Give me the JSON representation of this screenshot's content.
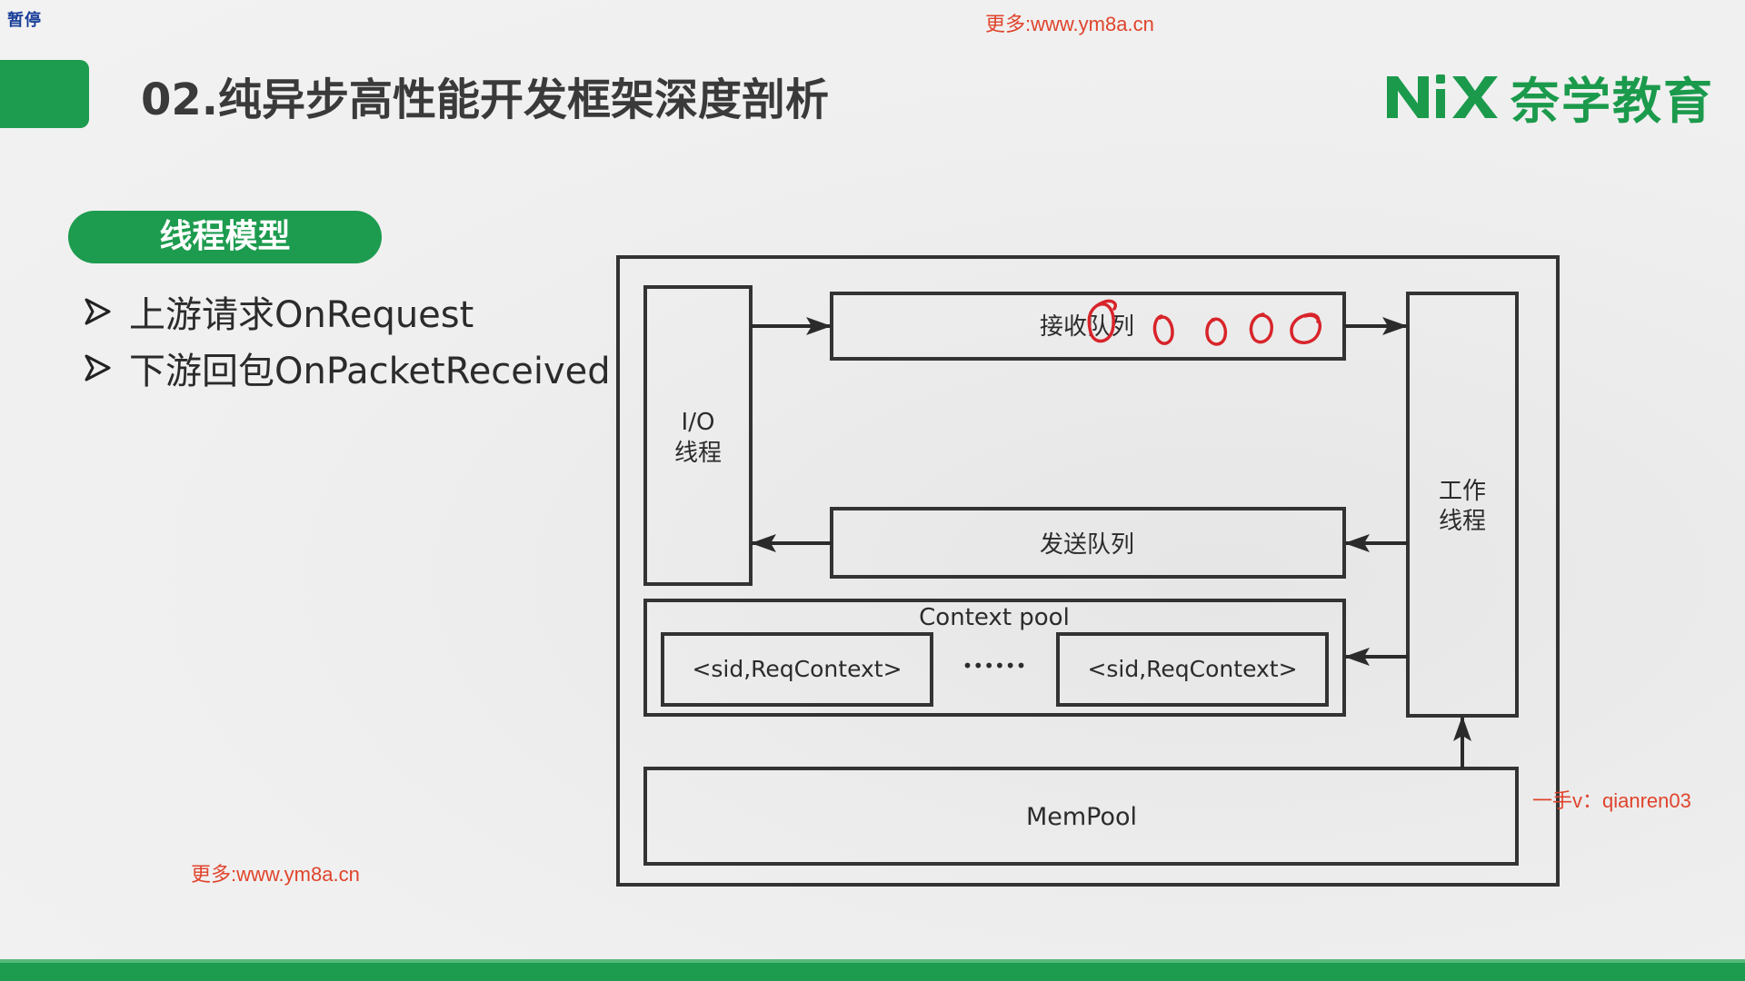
{
  "overlay": {
    "pause_label": "暂停",
    "watermark_top": "更多:www.ym8a.cn",
    "watermark_bottom": "更多:www.ym8a.cn",
    "watermark_side": "一手v：qianren03"
  },
  "header": {
    "title": "02.纯异步高性能开发框架深度剖析",
    "logo_text": "奈学教育",
    "brand_color": "#1d9b4e"
  },
  "section": {
    "label": "线程模型",
    "bullets": [
      "上游请求OnRequest",
      "下游回包OnPacketReceived"
    ]
  },
  "diagram": {
    "io_thread": [
      "I/O",
      "线程"
    ],
    "worker_thread": [
      "工作",
      "线程"
    ],
    "recv_queue": "接收队列",
    "send_queue": "发送队列",
    "context_pool": {
      "title": "Context pool",
      "entry_left": "<sid,ReqContext>",
      "ellipsis": "••••••",
      "entry_right": "<sid,ReqContext>"
    },
    "mempool": "MemPool",
    "annotation_color": "#d8242a"
  }
}
